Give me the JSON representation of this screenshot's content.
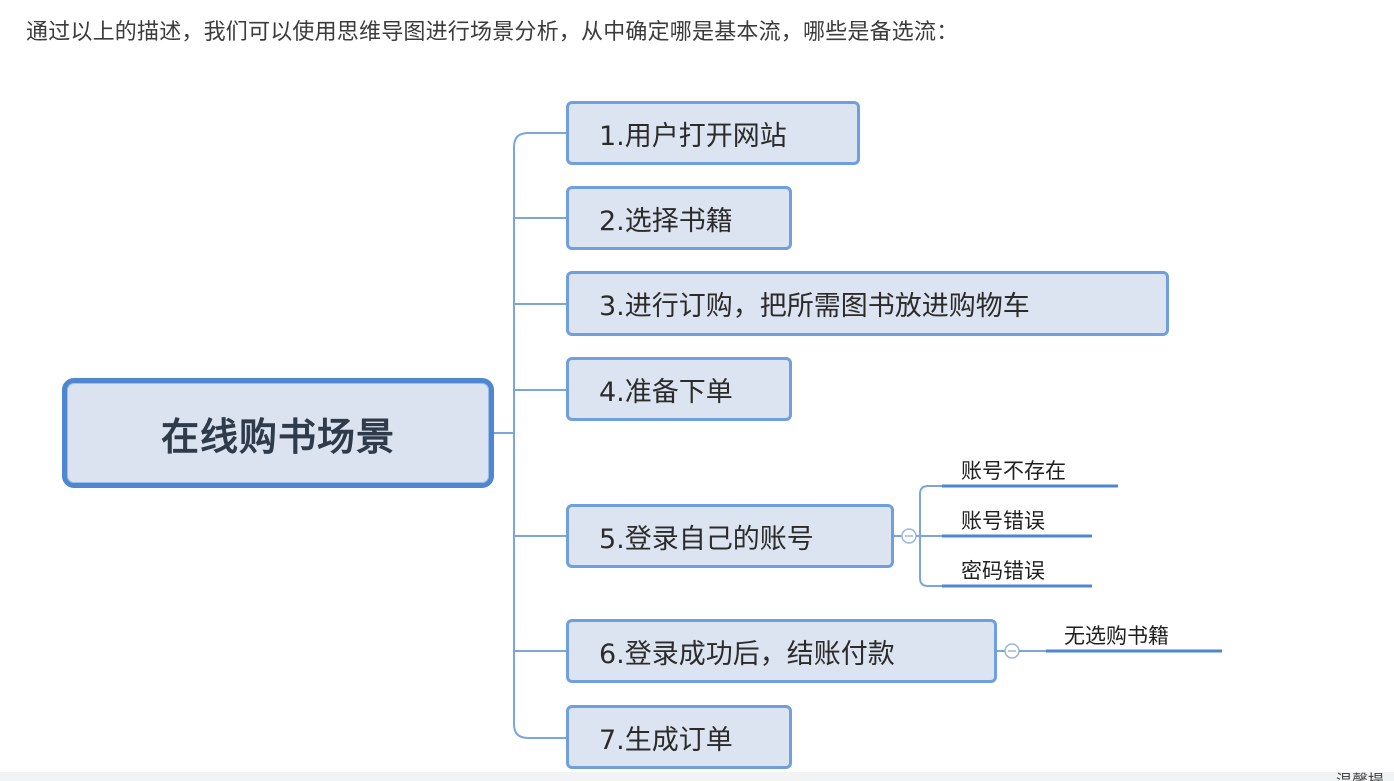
{
  "intro_text": "通过以上的描述，我们可以使用思维导图进行场景分析，从中确定哪是基本流，哪些是备选流：",
  "root": {
    "label": "在线购书场景"
  },
  "steps": [
    {
      "label": "1.用户打开网站"
    },
    {
      "label": "2.选择书籍"
    },
    {
      "label": "3.进行订购，把所需图书放进购物车"
    },
    {
      "label": "4.准备下单"
    },
    {
      "label": "5.登录自己的账号"
    },
    {
      "label": "6.登录成功后，结账付款"
    },
    {
      "label": "7.生成订单"
    }
  ],
  "alternates": {
    "login": [
      "账号不存在",
      "账号错误",
      "密码错误"
    ],
    "payment": [
      "无选购书籍"
    ]
  },
  "colors": {
    "connector": "#7aa6dc",
    "step_fill": "#dce4f1",
    "step_border": "#6f9fdc",
    "root_fill": "#dae3ef",
    "root_border": "#4e86cf",
    "sub_underline": "#4e86cf"
  },
  "corner_text": "温馨提"
}
